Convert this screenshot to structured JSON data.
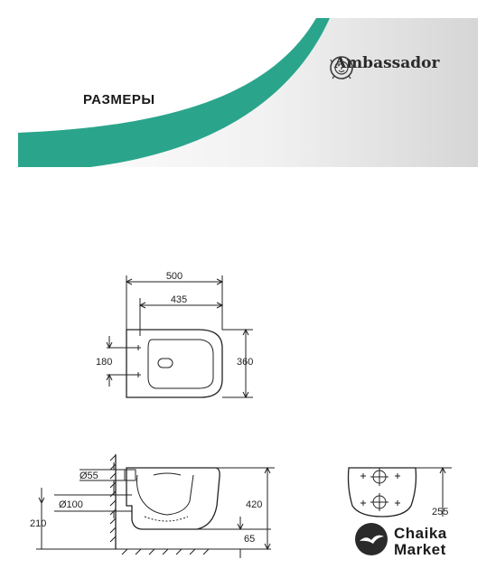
{
  "header": {
    "title": "РАЗМЕРЫ",
    "brand": "Ambassador",
    "accent_color": "#2aa58c"
  },
  "top_view": {
    "width_total": "500",
    "width_inner": "435",
    "mount_spacing": "180",
    "depth": "360"
  },
  "side_view": {
    "inlet_diameter": "Ø55",
    "outlet_diameter": "Ø100",
    "outlet_height": "210",
    "bowl_height": "420",
    "floor_offset": "65"
  },
  "rear_view": {
    "partial_dim": "255"
  },
  "watermark": {
    "line1": "Chaika",
    "line2": "Market"
  }
}
